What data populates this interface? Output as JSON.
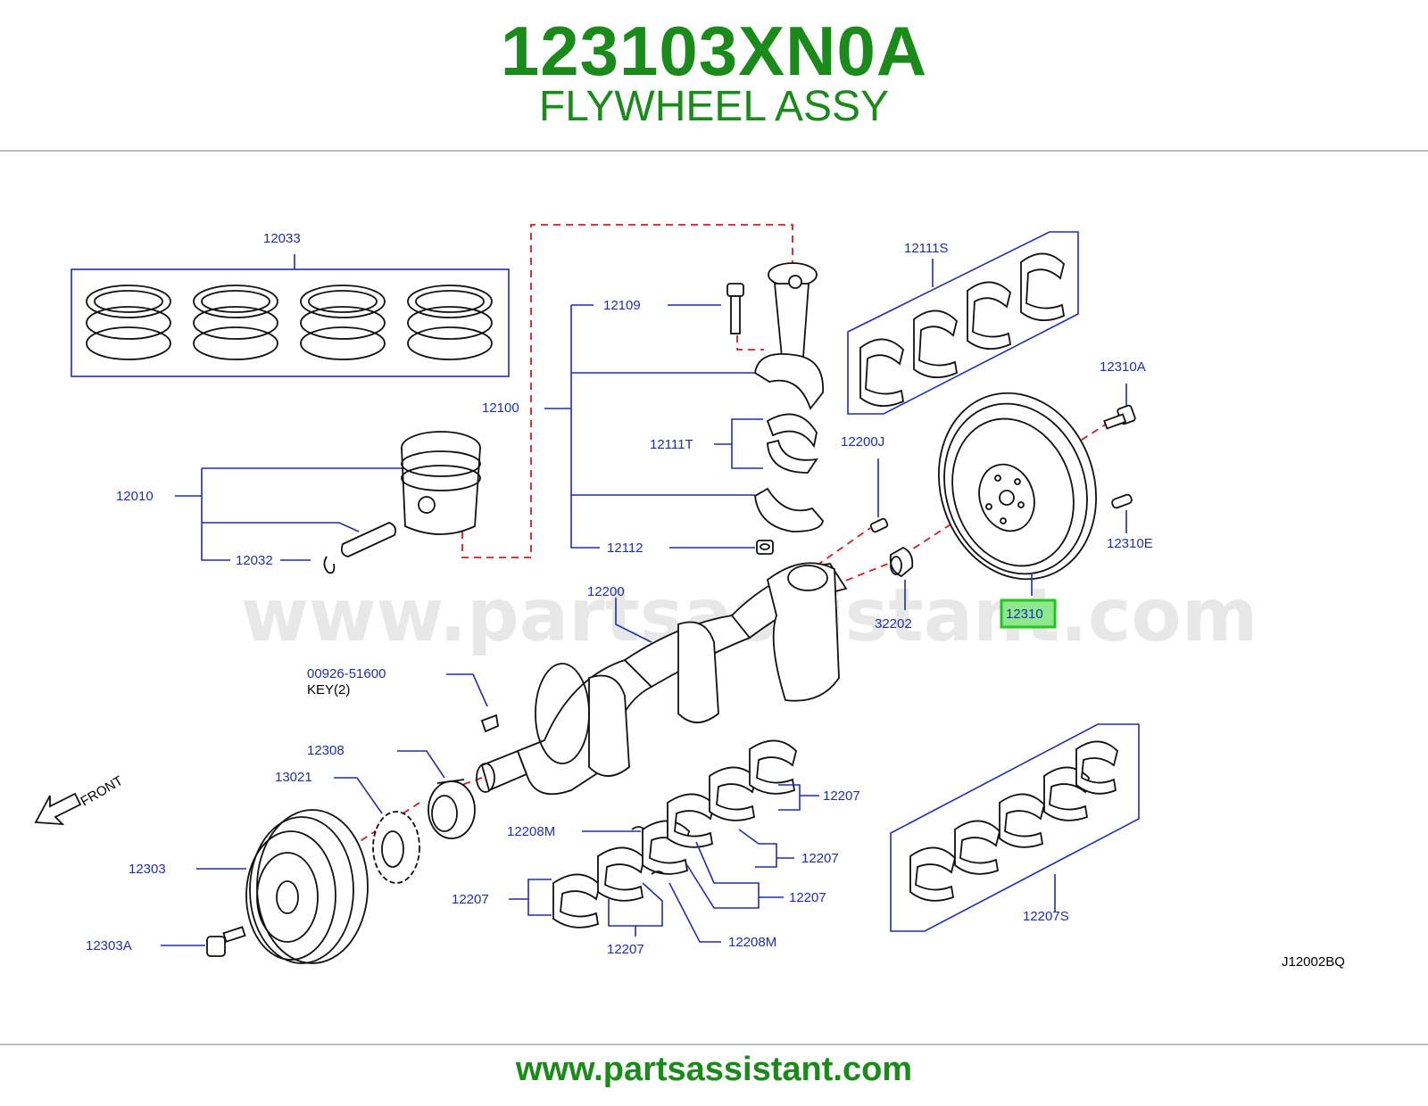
{
  "header": {
    "part_number": "123103XN0A",
    "part_name": "FLYWHEEL ASSY"
  },
  "colors": {
    "brand_green": "#1a8a1a",
    "callout_blue": "#1f2fa8",
    "guide_red": "#d21e1e",
    "highlight_green": "#22c522"
  },
  "labels": {
    "p12033": "12033",
    "p12109": "12109",
    "p12100": "12100",
    "p12111S": "12111S",
    "p12310A": "12310A",
    "p12111T": "12111T",
    "p12200J": "12200J",
    "p12010": "12010",
    "p12310E": "12310E",
    "p12112": "12112",
    "p12032": "12032",
    "p12200": "12200",
    "p12310": "12310",
    "p32202": "32202",
    "p00926": "00926-51600",
    "key": "KEY(2)",
    "p12308": "12308",
    "p13021": "13021",
    "front": "FRONT",
    "p12207a": "12207",
    "p12208Ma": "12208M",
    "p12207b": "12207",
    "p12303": "12303",
    "p12207c": "12207",
    "p12207d": "12207",
    "p12207S": "12207S",
    "p12303A": "12303A",
    "p12207e": "12207",
    "p12208Mb": "12208M",
    "diagram_code": "J12002BQ"
  },
  "watermark": "www.partsassistant.com",
  "footer": {
    "url": "www.partsassistant.com"
  }
}
